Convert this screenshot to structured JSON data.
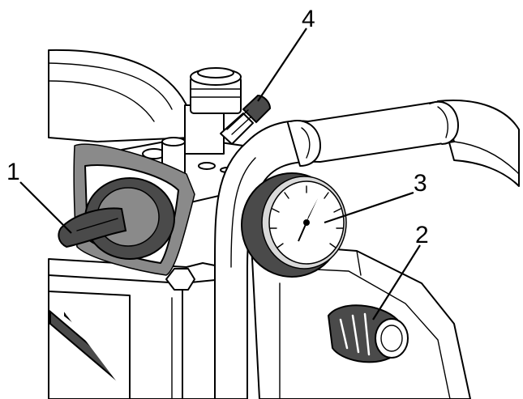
{
  "callouts": [
    {
      "number": "1",
      "part": "switch-lever"
    },
    {
      "number": "2",
      "part": "pressure-regulator-knob"
    },
    {
      "number": "3",
      "part": "pressure-gauge"
    },
    {
      "number": "4",
      "part": "filler-plug"
    }
  ]
}
